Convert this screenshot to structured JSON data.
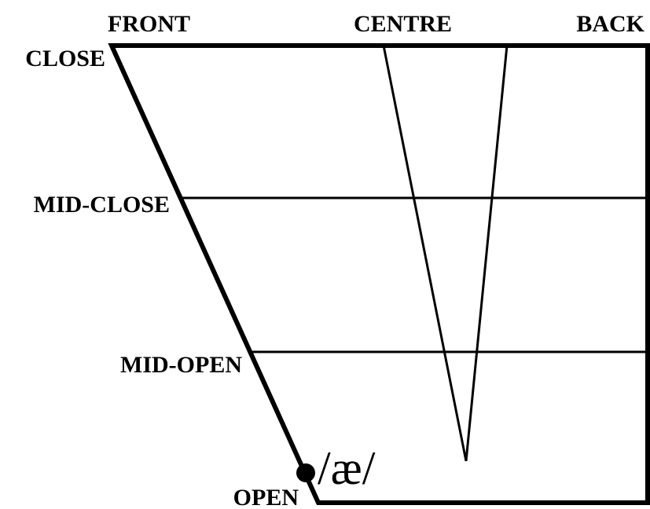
{
  "columns": {
    "front": "FRONT",
    "centre": "CENTRE",
    "back": "BACK"
  },
  "rows": {
    "close": "CLOSE",
    "mid_close": "MID-CLOSE",
    "mid_open": "MID-OPEN",
    "open": "OPEN"
  },
  "vowel": {
    "symbol": "/æ/"
  },
  "colors": {
    "ink": "#000000",
    "background": "#ffffff"
  }
}
